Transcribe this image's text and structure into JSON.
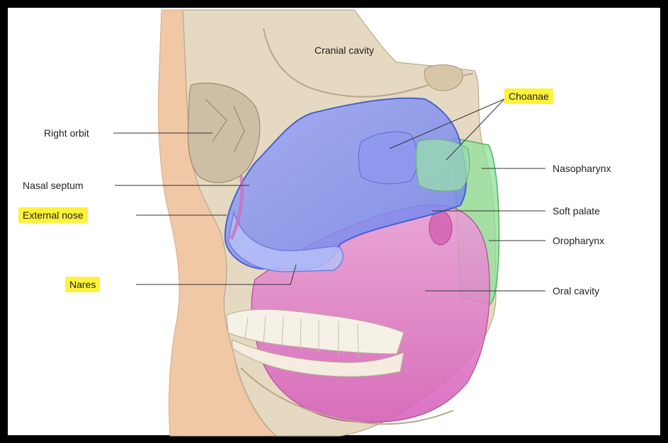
{
  "labels": {
    "cranial_cavity": "Cranial cavity",
    "choanae": "Choanae",
    "right_orbit": "Right orbit",
    "nasopharynx": "Nasopharynx",
    "nasal_septum": "Nasal septum",
    "external_nose": "External nose",
    "soft_palate": "Soft palate",
    "oropharynx": "Oropharynx",
    "nares": "Nares",
    "oral_cavity": "Oral cavity"
  },
  "highlighted": [
    "choanae",
    "external_nose",
    "nares"
  ],
  "colors": {
    "highlight": "#fff23a",
    "nasal_cavity": "#7f8ff0",
    "oral_cavity": "#e46fc4",
    "pharynx": "#6fd07a",
    "bone": "#e3d6be",
    "skin": "#f3c9a6",
    "frame": "#000000"
  }
}
